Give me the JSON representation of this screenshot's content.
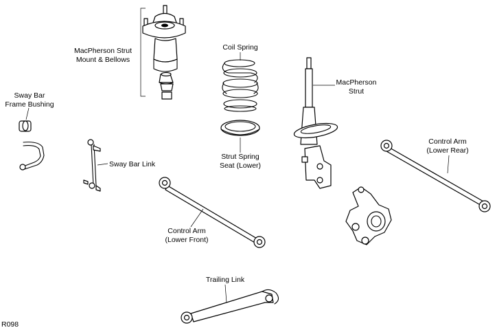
{
  "labels": {
    "mount": [
      "MacPherson Strut",
      "Mount & Bellows"
    ],
    "coil_spring": "Coil Spring",
    "strut": [
      "MacPherson",
      "Strut"
    ],
    "sway_bushing": [
      "Sway Bar",
      "Frame Bushing"
    ],
    "sway_link": "Sway Bar Link",
    "seat": [
      "Strut Spring",
      "Seat (Lower)"
    ],
    "arm_rear": [
      "Control Arm",
      "(Lower Rear)"
    ],
    "arm_front": [
      "Control Arm",
      "(Lower Front)"
    ],
    "trailing_link": "Trailing Link",
    "code": "R098"
  }
}
